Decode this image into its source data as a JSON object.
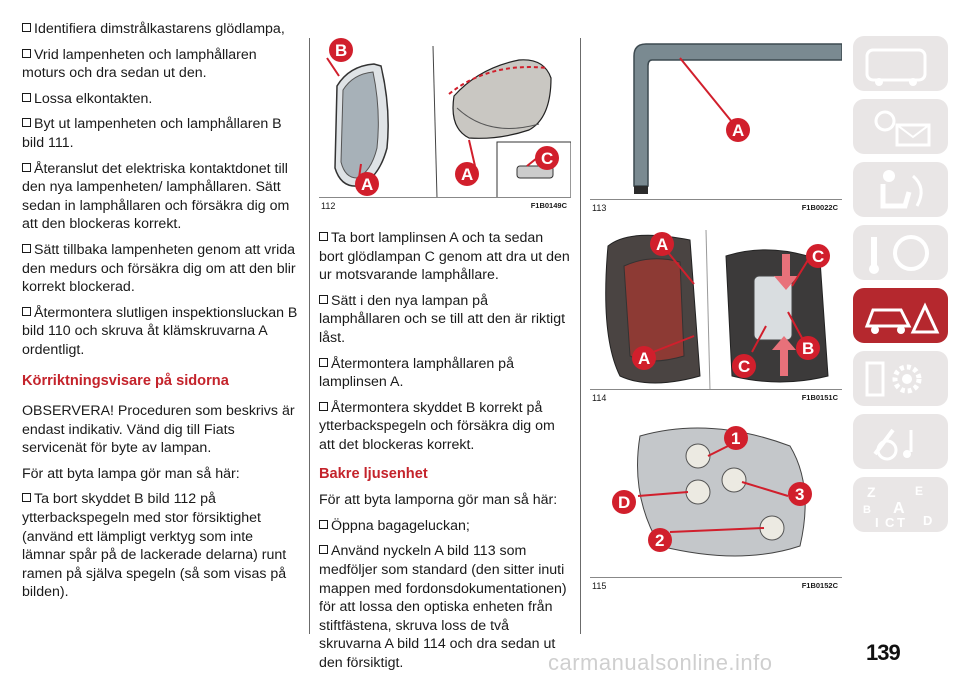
{
  "col1": {
    "p1": "Identifiera dimstrålkastarens glödlampa,",
    "p2": "Vrid lampenheten och lamphållaren moturs och dra sedan ut den.",
    "p3": "Lossa elkontakten.",
    "p4": "Byt ut lampenheten och lamphållaren B bild 111.",
    "p5": "Återanslut det elektriska kontaktdonet till den nya lampenheten/ lamphållaren. Sätt sedan in lamphållaren och försäkra dig om att den blockeras korrekt.",
    "p6": "Sätt tillbaka lampenheten genom att vrida den medurs och försäkra dig om att den blir korrekt blockerad.",
    "p7": "Återmontera slutligen inspektionsluckan B bild 110 och skruva åt klämskruvarna A ordentligt.",
    "heading": "Körriktningsvisare på sidorna",
    "p8": "OBSERVERA! Proceduren som beskrivs är endast indikativ. Vänd dig till Fiats servicenät för byte av lampan.",
    "p9": "För att byta lampa gör man så här:",
    "p10": "Ta bort skyddet B bild 112 på ytterbackspegeln med stor försiktighet (använd ett lämpligt verktyg som inte lämnar spår på de lackerade delarna) runt ramen på själva spegeln (så som visas på bilden)."
  },
  "col2": {
    "p1": "Ta bort lamplinsen A och ta sedan bort glödlampan C genom att dra ut den ur motsvarande lamphållare.",
    "p2": "Sätt i den nya lampan på lamphållaren och se till att den är riktigt låst.",
    "p3": "Återmontera lamphållaren på lamplinsen A.",
    "p4": "Återmontera skyddet B korrekt på ytterbackspegeln och försäkra dig om att det blockeras korrekt.",
    "heading": "Bakre ljusenhet",
    "p5": "För att byta lamporna gör man så här:",
    "p6": "Öppna bagageluckan;",
    "p7": "Använd nyckeln A bild 113 som medföljer som standard (den sitter inuti mappen med fordonsdokumentationen) för att lossa den optiska enheten från stiftfästena, skruva loss de två skruvarna A bild 114 och dra sedan ut den försiktigt."
  },
  "figures": {
    "f112": {
      "num": "112",
      "code": "F1B0149C",
      "labels": [
        "B",
        "A",
        "A",
        "C"
      ]
    },
    "f113": {
      "num": "113",
      "code": "F1B0022C",
      "labels": [
        "A"
      ]
    },
    "f114": {
      "num": "114",
      "code": "F1B0151C",
      "labels": [
        "A",
        "C",
        "A",
        "C",
        "B"
      ]
    },
    "f115": {
      "num": "115",
      "code": "F1B0152C",
      "labels": [
        "1",
        "D",
        "3",
        "2"
      ]
    }
  },
  "sidebar": {
    "tabs": [
      "car-dashboard-icon",
      "warning-lights-icon",
      "safety-seat-icon",
      "steering-key-icon",
      "emergency-icon",
      "maintenance-gear-icon",
      "multimedia-icon",
      "alphabetical-index-icon"
    ],
    "active_index": 4,
    "accent": "#b5282e",
    "index_letters": [
      "Z",
      "E",
      "B",
      "A",
      "I",
      "C",
      "T",
      "D"
    ]
  },
  "page_number": "139",
  "watermark": "carmanualsonline.info",
  "colors": {
    "heading": "#c4232b",
    "badge": "#d11f2c"
  }
}
